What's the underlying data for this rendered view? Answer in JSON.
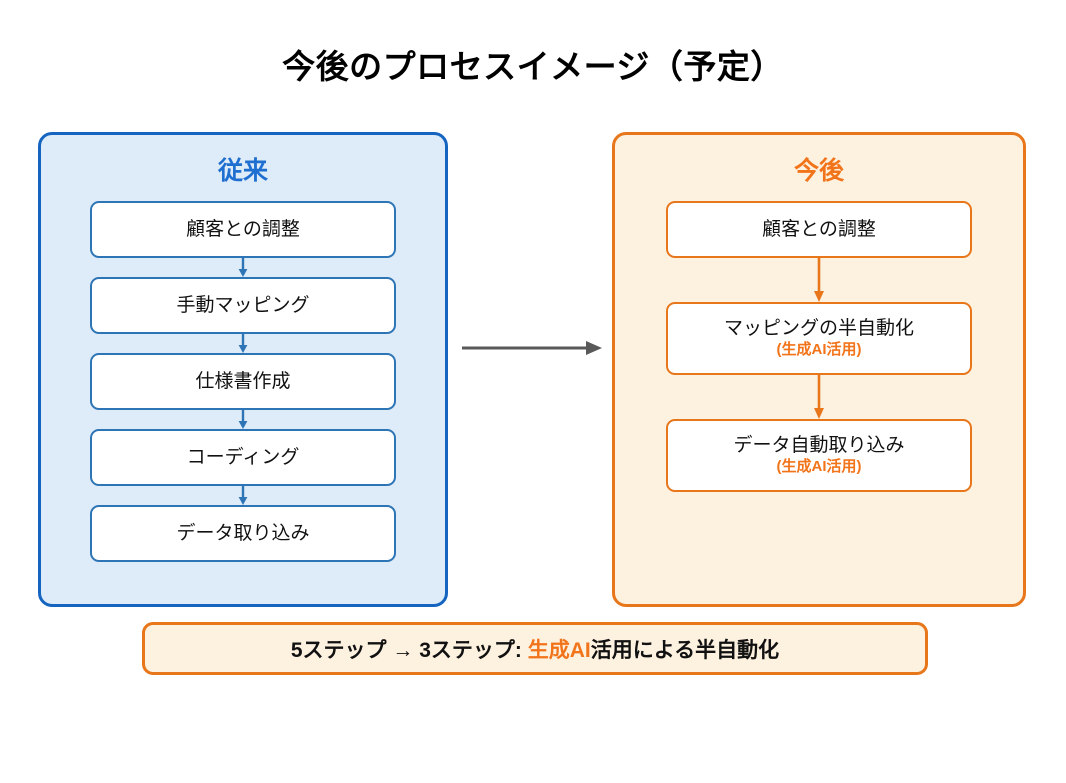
{
  "title": "今後のプロセスイメージ（予定）",
  "colors": {
    "blue_border": "#1565C0",
    "blue_fill": "#DEEBF9",
    "blue_box_border": "#2E75B6",
    "blue_header_text": "#1F6FD0",
    "orange_border": "#E8761B",
    "orange_fill": "#FDF1E0",
    "orange_text": "#F2741A",
    "arrow_gray": "#595959",
    "box_fill": "#FFFFFF",
    "body_text": "#111111"
  },
  "panels": [
    {
      "id": "before",
      "header": "従来",
      "steps": [
        {
          "label": "顧客との調整",
          "sub": ""
        },
        {
          "label": "手動マッピング",
          "sub": ""
        },
        {
          "label": "仕様書作成",
          "sub": ""
        },
        {
          "label": "コーディング",
          "sub": ""
        },
        {
          "label": "データ取り込み",
          "sub": ""
        }
      ]
    },
    {
      "id": "after",
      "header": "今後",
      "steps": [
        {
          "label": "顧客との調整",
          "sub": ""
        },
        {
          "label": "マッピングの半自動化",
          "sub": "(生成AI活用)"
        },
        {
          "label": "データ自動取り込み",
          "sub": "(生成AI活用)"
        }
      ]
    }
  ],
  "transition_arrow": {
    "icon": "right-arrow-icon",
    "direction": "right"
  },
  "caption": {
    "prefix": "5ステップ → 3ステップ: ",
    "accent": "生成AI",
    "suffix": "活用による半自動化"
  }
}
